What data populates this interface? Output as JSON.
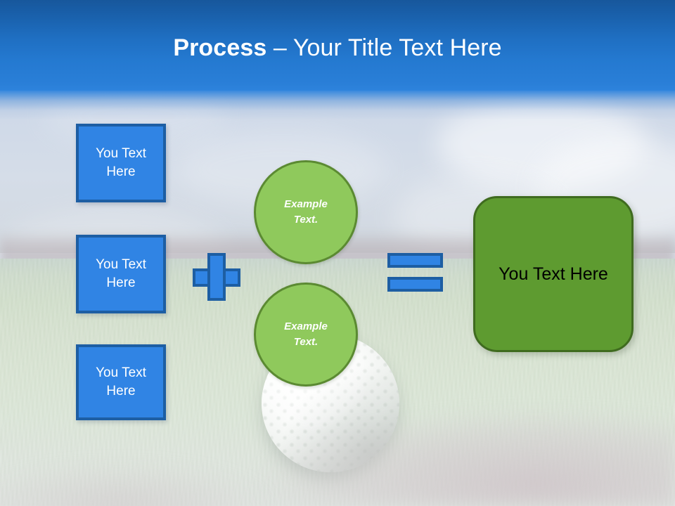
{
  "slide": {
    "title_strong": "Process",
    "title_light": " – Your Title Text Here"
  },
  "inputs": {
    "boxes": [
      {
        "label": "You Text Here"
      },
      {
        "label": "You Text Here"
      },
      {
        "label": "You Text Here"
      }
    ]
  },
  "operators": {
    "plus": "plus-sign",
    "equals": "equals-sign"
  },
  "circles": [
    {
      "line1": "Example",
      "line2": "Text."
    },
    {
      "line1": "Example",
      "line2": "Text."
    }
  ],
  "result": {
    "label": "You Text Here"
  },
  "background": {
    "photo_subject": "golf-ball-on-fairway",
    "header_band_color": "#2a7fd8",
    "header_band_top_color": "#17579c"
  },
  "colors": {
    "blue_fill": "#3084e4",
    "blue_border": "#1d5ea3",
    "circle_fill": "#8fc95c",
    "circle_border": "#5b8a32",
    "rect_fill": "#5e9b30",
    "rect_border": "#3f6b1f",
    "title_text": "#ffffff",
    "result_text": "#000000"
  }
}
